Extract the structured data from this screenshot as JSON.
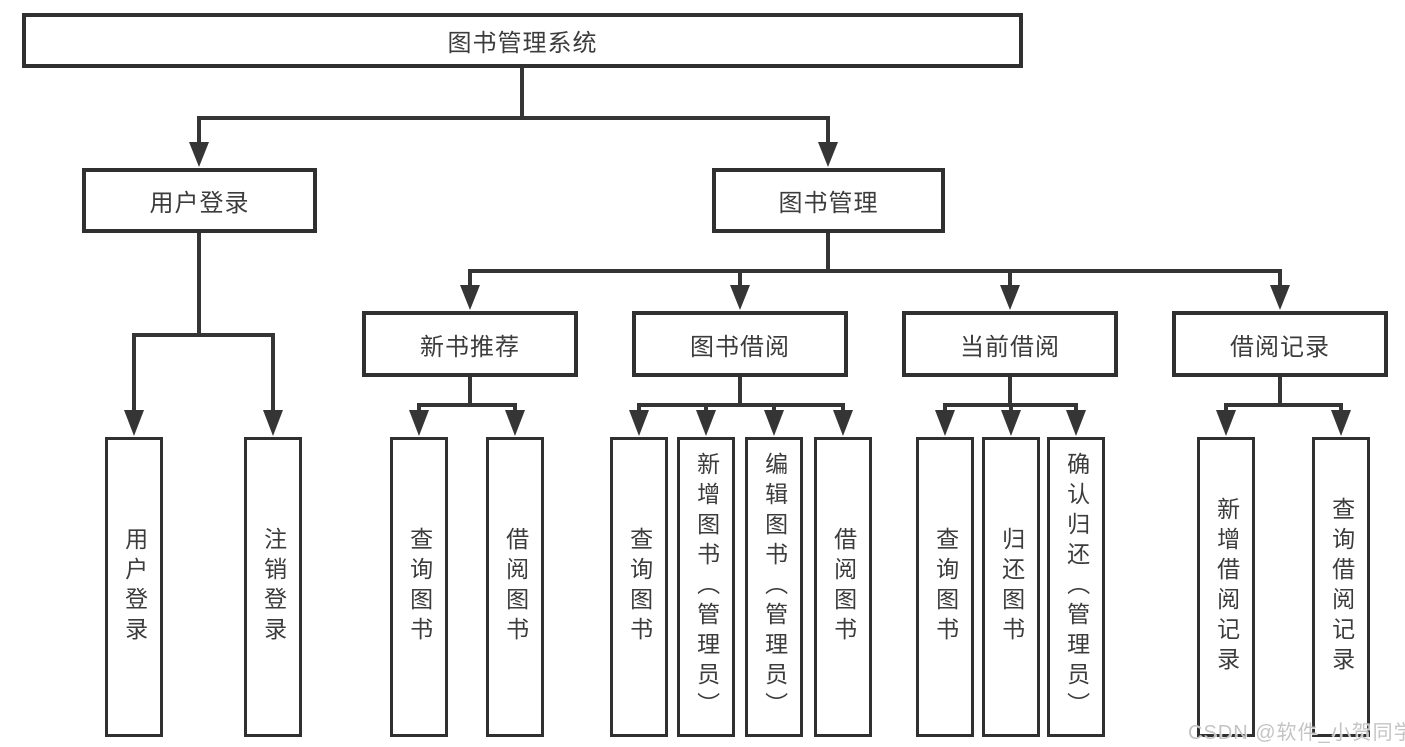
{
  "tree": {
    "root": {
      "label": "图书管理系统"
    },
    "children": [
      {
        "label": "用户登录",
        "children": [
          {
            "label": "用户登录"
          },
          {
            "label": "注销登录"
          }
        ]
      },
      {
        "label": "图书管理",
        "children": [
          {
            "label": "新书推荐",
            "children": [
              {
                "label": "查询图书"
              },
              {
                "label": "借阅图书"
              }
            ]
          },
          {
            "label": "图书借阅",
            "children": [
              {
                "label": "查询图书"
              },
              {
                "label": "新增图书（管理员）"
              },
              {
                "label": "编辑图书（管理员）"
              },
              {
                "label": "借阅图书"
              }
            ]
          },
          {
            "label": "当前借阅",
            "children": [
              {
                "label": "查询图书"
              },
              {
                "label": "归还图书"
              },
              {
                "label": "确认归还（管理员）"
              }
            ]
          },
          {
            "label": "借阅记录",
            "children": [
              {
                "label": "新增借阅记录"
              },
              {
                "label": "查询借阅记录"
              }
            ]
          }
        ]
      }
    ]
  },
  "colors": {
    "line": "#353535",
    "box_border": "#303030",
    "text": "#3c3c3c",
    "background": "#ffffff",
    "watermark": "#c1c1c1"
  },
  "watermark": {
    "text": "CSDN @软件_小贺同学"
  }
}
